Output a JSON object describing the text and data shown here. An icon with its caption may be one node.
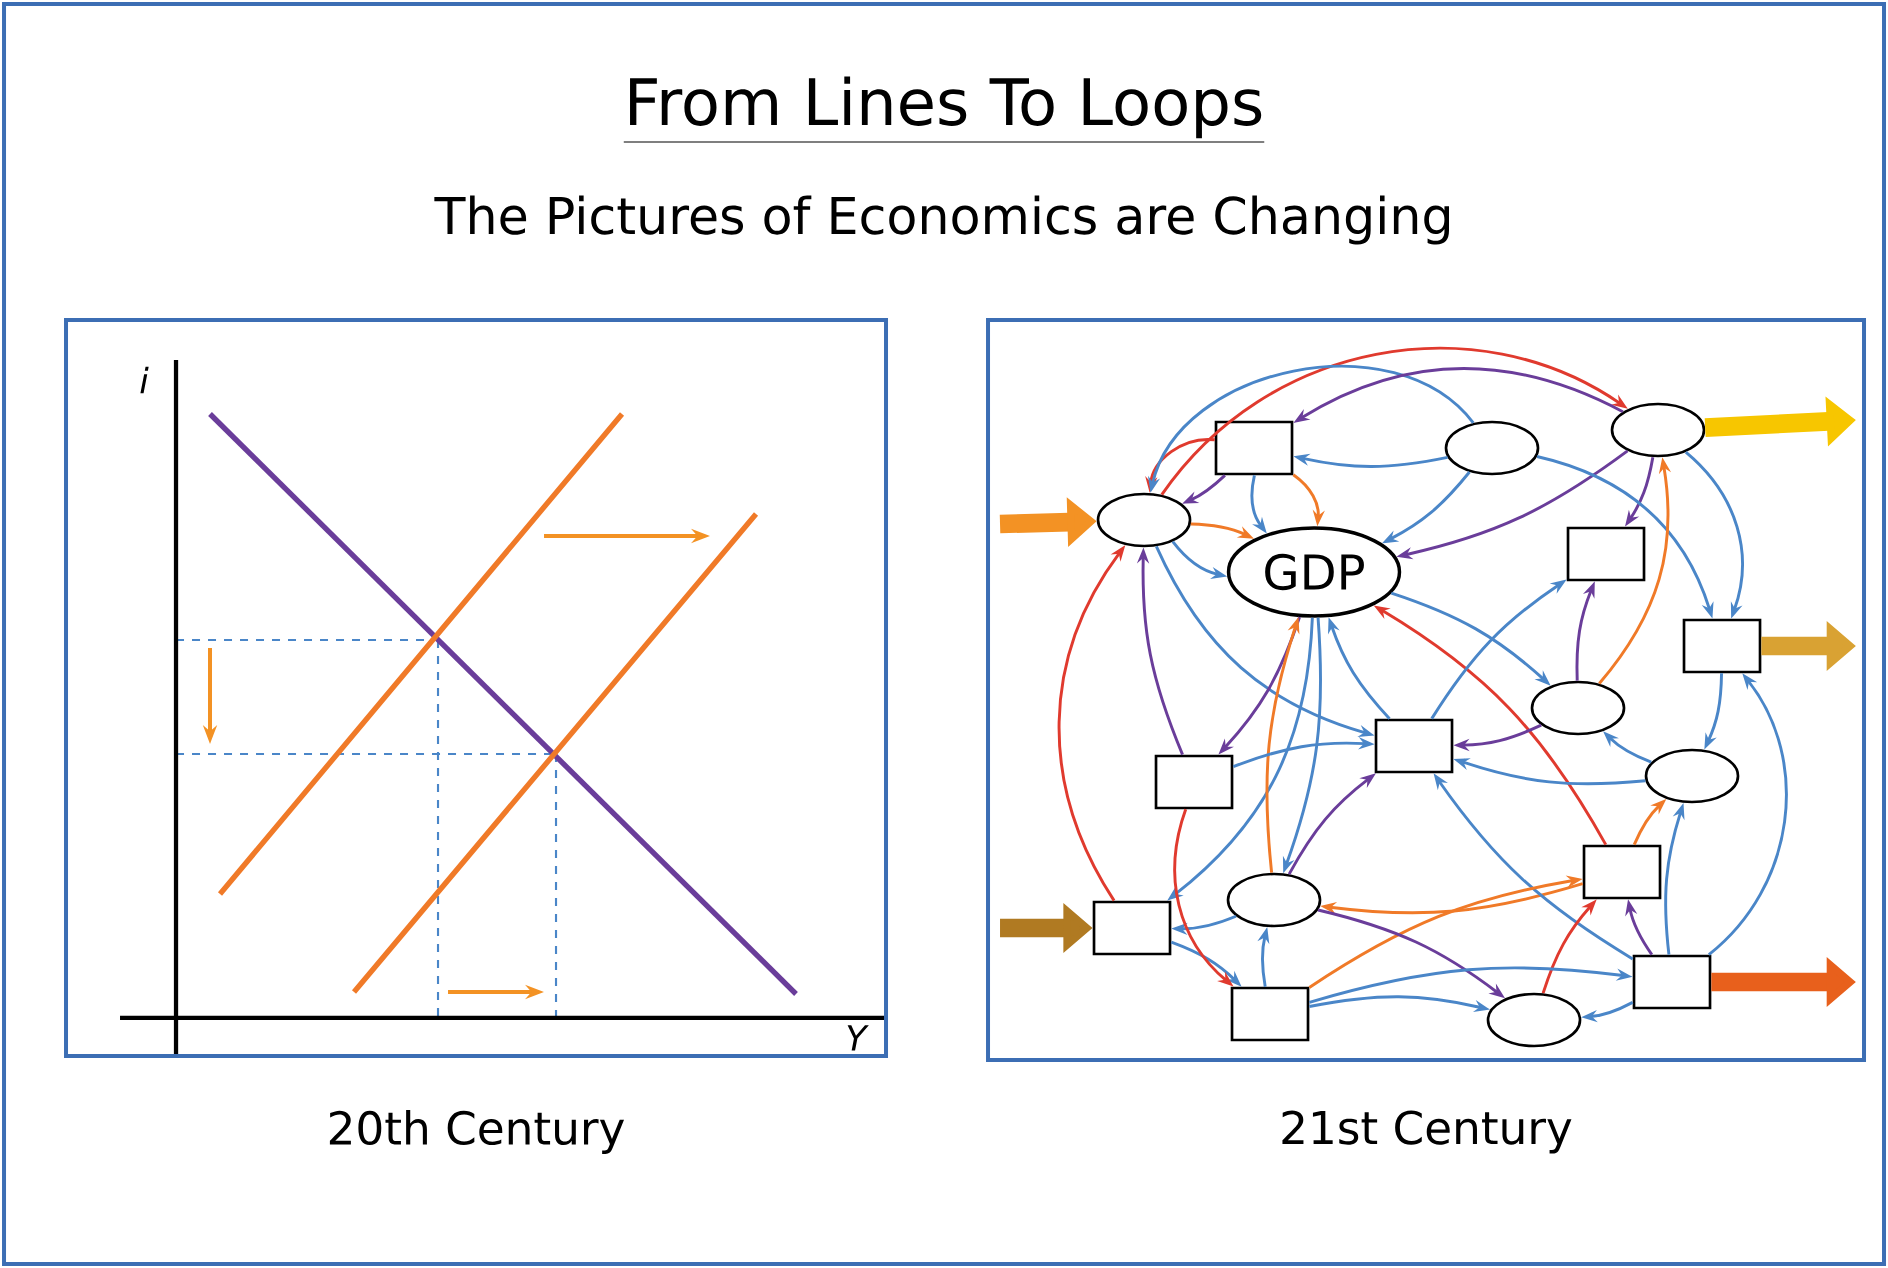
{
  "diagram": {
    "title": "From Lines To Loops",
    "nodes": [
      {
        "text": [
          "20th Century"
        ]
      },
      {
        "text": [
          "21st Century"
        ]
      },
      {
        "text": [],
        "shape": "box",
        "in": 1
      },
      {
        "text": [],
        "shape": "ellipse",
        "in": 1
      },
      {
        "text": [],
        "shape": "ellipse",
        "in": 1
      },
      {
        "text": [],
        "shape": "ellipse",
        "in": 1
      },
      {
        "text": [
          "GDP"
        ],
        "in": 1
      },
      {
        "text": [],
        "shape": "box",
        "in": 1
      },
      {
        "text": [],
        "shape": "box",
        "in": 1
      },
      {
        "text": [],
        "shape": "ellipse",
        "in": 1
      },
      {
        "text": [],
        "shape": "box",
        "in": 1
      },
      {
        "text": [],
        "shape": "box",
        "in": 1
      },
      {
        "text": [],
        "shape": "ellipse",
        "in": 1
      },
      {
        "text": [],
        "shape": "box",
        "in": 1
      },
      {
        "text": [],
        "shape": "ellipse",
        "in": 1
      },
      {
        "text": [],
        "shape": "box",
        "in": 1
      },
      {
        "text": [],
        "shape": "box",
        "in": 1
      },
      {
        "text": [],
        "shape": "box",
        "in": 1
      },
      {
        "text": [],
        "shape": "ellipse",
        "in": 1
      }
    ],
    "edges": [
      {
        "from": 5,
        "to": 4,
        "arrow": "to",
        "color": "#e03a2e"
      },
      {
        "from": 2,
        "to": 5,
        "arrow": "to",
        "color": "#e03a2e"
      },
      {
        "from": 3,
        "to": 2,
        "arrow": "to"
      },
      {
        "from": 2,
        "to": 5,
        "arrow": "to",
        "color": "#6a3d9a"
      },
      {
        "from": 2,
        "to": 6,
        "arrow": "to"
      },
      {
        "from": 2,
        "to": 6,
        "arrow": "to",
        "color": "#f07a28"
      },
      {
        "from": 3,
        "to": 6,
        "arrow": "to"
      },
      {
        "from": 3,
        "to": 5,
        "arrow": "to"
      },
      {
        "from": 4,
        "to": 2,
        "arrow": "to",
        "color": "#6a3d9a"
      },
      {
        "from": 4,
        "to": 6,
        "arrow": "to",
        "color": "#6a3d9a"
      },
      {
        "from": 4,
        "to": 7,
        "arrow": "to",
        "color": "#6a3d9a"
      },
      {
        "from": 3,
        "to": 8,
        "arrow": "to"
      },
      {
        "from": 4,
        "to": 8,
        "arrow": "to"
      },
      {
        "from": 5,
        "to": 6,
        "arrow": "to",
        "color": "#f07a28"
      },
      {
        "from": 5,
        "to": 6,
        "arrow": "to"
      },
      {
        "from": 5,
        "to": 10,
        "arrow": "to"
      },
      {
        "from": 6,
        "to": 11,
        "arrow": "to",
        "color": "#6a3d9a"
      },
      {
        "from": 6,
        "to": 15,
        "arrow": "to"
      },
      {
        "from": 6,
        "to": 14,
        "arrow": "to"
      },
      {
        "from": 14,
        "to": 6,
        "arrow": "to",
        "color": "#f07a28"
      },
      {
        "from": 10,
        "to": 6,
        "arrow": "to"
      },
      {
        "from": 13,
        "to": 6,
        "arrow": "to",
        "color": "#e03a2e"
      },
      {
        "from": 6,
        "to": 9,
        "arrow": "to"
      },
      {
        "from": 10,
        "to": 7,
        "arrow": "to"
      },
      {
        "from": 9,
        "to": 7,
        "arrow": "to",
        "color": "#6a3d9a"
      },
      {
        "from": 9,
        "to": 4,
        "arrow": "to",
        "color": "#f07a28"
      },
      {
        "from": 9,
        "to": 10,
        "arrow": "to",
        "color": "#6a3d9a"
      },
      {
        "from": 12,
        "to": 10,
        "arrow": "to"
      },
      {
        "from": 12,
        "to": 9,
        "arrow": "to"
      },
      {
        "from": 8,
        "to": 12,
        "arrow": "to"
      },
      {
        "from": 13,
        "to": 12,
        "arrow": "to",
        "color": "#f07a28"
      },
      {
        "from": 13,
        "to": 14,
        "arrow": "to",
        "color": "#f07a28"
      },
      {
        "from": 14,
        "to": 10,
        "arrow": "to",
        "color": "#6a3d9a"
      },
      {
        "from": 16,
        "to": 10,
        "arrow": "to"
      },
      {
        "from": 11,
        "to": 10,
        "arrow": "to"
      },
      {
        "from": 15,
        "to": 5,
        "arrow": "to",
        "color": "#e03a2e"
      },
      {
        "from": 11,
        "to": 5,
        "arrow": "to",
        "color": "#6a3d9a"
      },
      {
        "from": 14,
        "to": 15,
        "arrow": "to"
      },
      {
        "from": 17,
        "to": 14,
        "arrow": "to"
      },
      {
        "from": 15,
        "to": 17,
        "arrow": "to"
      },
      {
        "from": 17,
        "to": 13,
        "arrow": "to",
        "color": "#f07a28"
      },
      {
        "from": 18,
        "to": 13,
        "arrow": "to",
        "color": "#e03a2e"
      },
      {
        "from": 17,
        "to": 18,
        "arrow": "to"
      },
      {
        "from": 14,
        "to": 18,
        "arrow": "to",
        "color": "#6a3d9a"
      },
      {
        "from": 16,
        "to": 18,
        "arrow": "to"
      },
      {
        "from": 16,
        "to": 13,
        "arrow": "to",
        "color": "#6a3d9a"
      },
      {
        "from": 16,
        "to": 12,
        "arrow": "to"
      },
      {
        "from": 16,
        "to": 8,
        "arrow": "to"
      },
      {
        "from": 11,
        "to": 17,
        "arrow": "to",
        "color": "#e03a2e"
      },
      {
        "from": 17,
        "to": 16,
        "arrow": "to"
      },
      {
        "from": null,
        "to": 5,
        "arrow": "to",
        "style": "thick",
        "color": "#f39224"
      },
      {
        "from": null,
        "to": 15,
        "arrow": "to",
        "style": "thick",
        "color": "#b07a22"
      },
      {
        "from": 4,
        "to": null,
        "arrow": "to",
        "style": "thick",
        "color": "#f7c600"
      },
      {
        "from": 8,
        "to": null,
        "arrow": "to",
        "style": "thick",
        "color": "#d9a233"
      },
      {
        "from": 16,
        "to": null,
        "arrow": "to",
        "style": "thick",
        "color": "#e8601c"
      }
    ],
    "labels": [
      "The Pictures of Economics are Changing",
      "i",
      "Y"
    ]
  }
}
